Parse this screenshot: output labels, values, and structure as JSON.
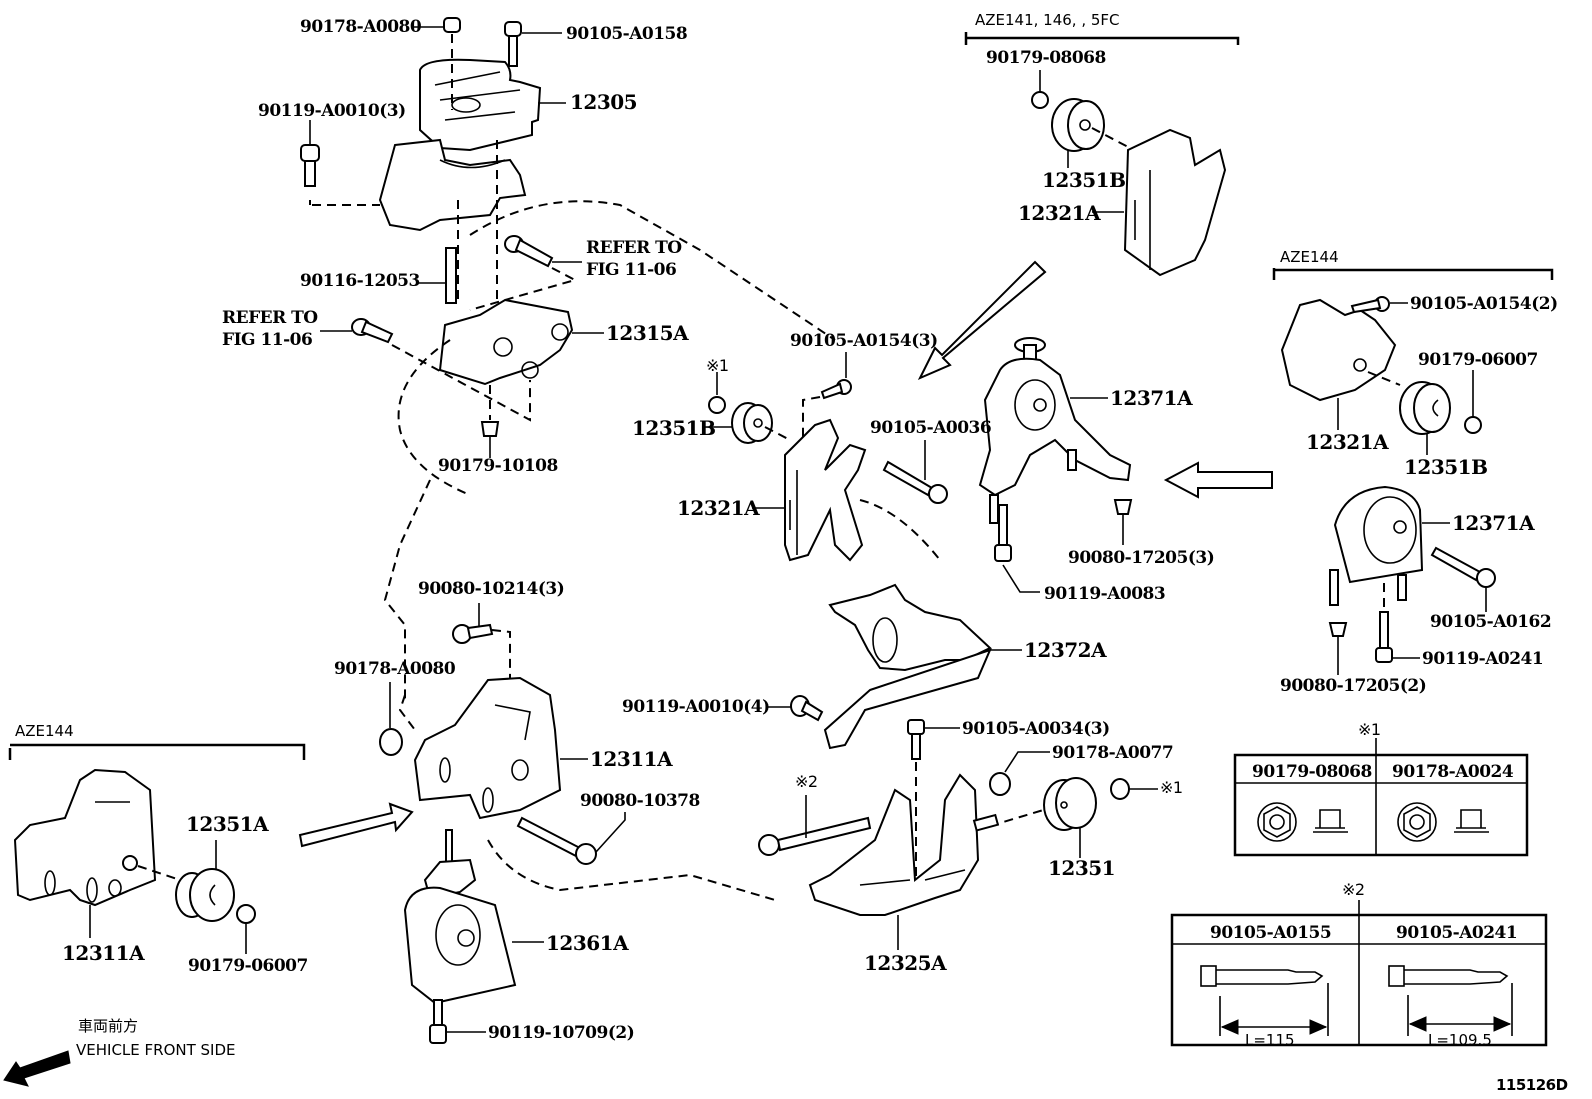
{
  "diagram": {
    "figure_id": "115126D",
    "direction_note": {
      "jp": "車両前方",
      "en": "VEHICLE FRONT SIDE"
    },
    "groups": {
      "aze141": "AZE141, 146, , 5FC",
      "aze144_right": "AZE144",
      "aze144_left": "AZE144"
    },
    "labels": {
      "p90178_A0080_top": "90178-A0080",
      "p90105_A0158": "90105-A0158",
      "p12305": "12305",
      "p90119_A0010_3": "90119-A0010(3)",
      "p90116_12053": "90116-12053",
      "refer_right_1": "REFER TO",
      "refer_right_2": "FIG 11-06",
      "refer_left_1": "REFER TO",
      "refer_left_2": "FIG 11-06",
      "p12315A": "12315A",
      "p90179_10108": "90179-10108",
      "p90179_08068_top": "90179-08068",
      "p12351B_top": "12351B",
      "p12321A_top": "12321A",
      "p90105_A0154_3": "90105-A0154(3)",
      "mark1_mid": "※1",
      "p12351B_mid": "12351B",
      "p90105_A0036": "90105-A0036",
      "p12321A_mid": "12321A",
      "p12371A_mid": "12371A",
      "p90080_17205_3": "90080-17205(3)",
      "p90119_A0083": "90119-A0083",
      "p90105_A0154_2": "90105-A0154(2)",
      "p90179_06007_right": "90179-06007",
      "p12321A_right": "12321A",
      "p12351B_right": "12351B",
      "p12371A_right": "12371A",
      "p90105_A0162": "90105-A0162",
      "p90119_A0241": "90119-A0241",
      "p90080_17205_2": "90080-17205(2)",
      "p90080_10214_3": "90080-10214(3)",
      "p90178_A0080_mid": "90178-A0080",
      "p12311A_mid": "12311A",
      "p90080_10378": "90080-10378",
      "p12372A": "12372A",
      "p90119_A0010_4": "90119-A0010(4)",
      "p90105_A0034_3": "90105-A0034(3)",
      "p90178_A0077": "90178-A0077",
      "mark1_right": "※1",
      "mark2_bolt": "※2",
      "p12351": "12351",
      "p12325A": "12325A",
      "p12351A": "12351A",
      "p12311A_left": "12311A",
      "p90179_06007_left": "90179-06007",
      "p12361A": "12361A",
      "p90119_10709_2": "90119-10709(2)"
    },
    "table_note1": {
      "marker": "※1",
      "columns": [
        "90179-08068",
        "90178-A0024"
      ]
    },
    "table_note2": {
      "marker": "※2",
      "columns": [
        "90105-A0155",
        "90105-A0241"
      ],
      "lengths": [
        "L=115",
        "L=109.5"
      ]
    }
  }
}
